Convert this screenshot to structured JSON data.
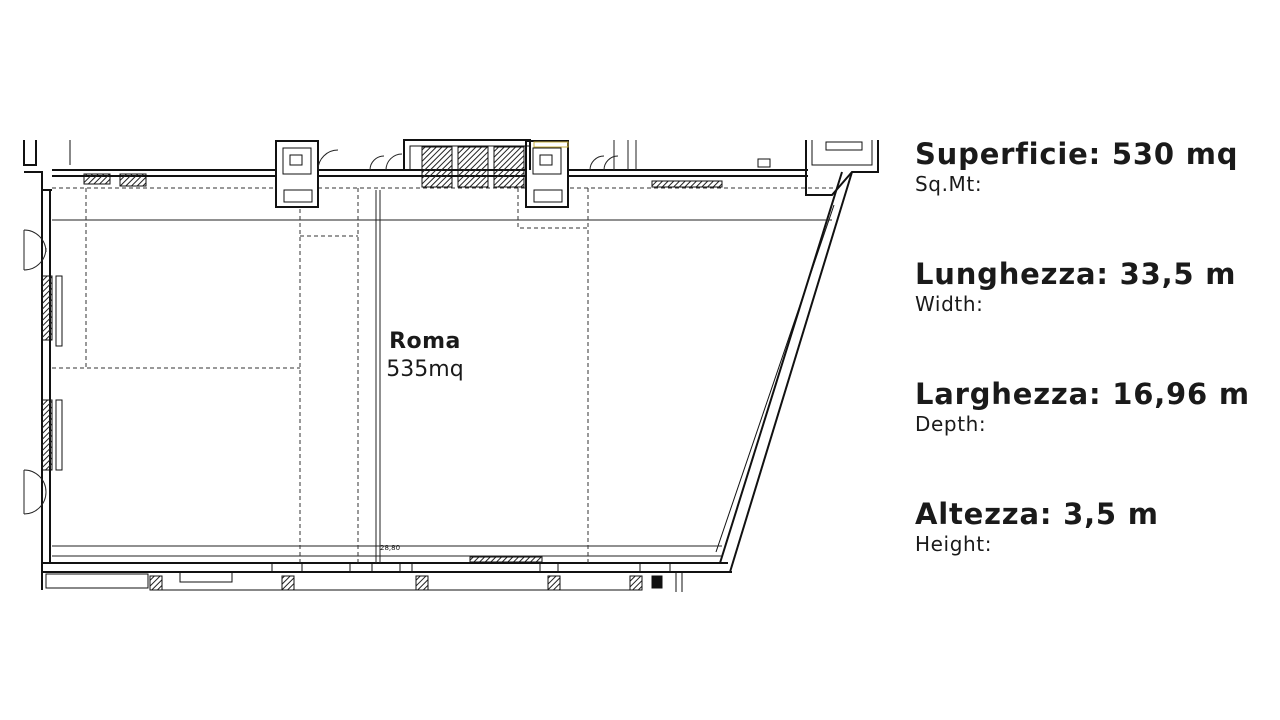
{
  "room": {
    "name": "Roma",
    "area": "535mq"
  },
  "specs": [
    {
      "label": "Superficie: 530 mq",
      "sub": "Sq.Mt:"
    },
    {
      "label": "Lunghezza: 33,5 m",
      "sub": "Width:"
    },
    {
      "label": "Larghezza: 16,96 m",
      "sub": "Depth:"
    },
    {
      "label": "Altezza: 3,5 m",
      "sub": "Height:"
    }
  ],
  "plan": {
    "dimension_note": "28,80",
    "line_color": "#111111",
    "hatch_color": "#222222"
  }
}
